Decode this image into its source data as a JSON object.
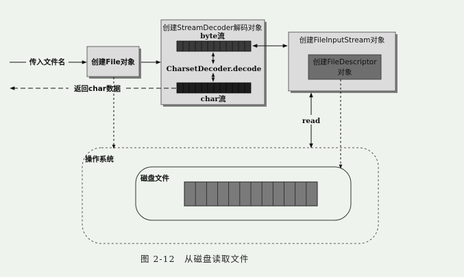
{
  "diagram": {
    "input_label": "传入文件名",
    "return_label": "返回char数据",
    "file_box": "创建File对象",
    "decoder_box": "创建StreamDecoder解码对象",
    "byte_stream": "byte流",
    "decode_call": "CharsetDecoder.decode",
    "char_stream": "char流",
    "fis_box": "创建FileInputStream对象",
    "fd_box_line1": "创建FileDescriptor",
    "fd_box_line2": "对象",
    "read_label": "read",
    "os_label": "操作系统",
    "disk_file_label": "磁盘文件"
  },
  "caption": "图 2-12　从磁盘读取文件",
  "colors": {
    "background": "#eef4ed",
    "box_fill": "#dcdcdc",
    "box_shadow": "#7f7f7f",
    "fd_fill": "#6e6e6e",
    "byte_bar": "#3a3a3a",
    "char_bar": "#1d1d1d",
    "disk_bar": "#7a7a7a",
    "line": "#111111"
  }
}
